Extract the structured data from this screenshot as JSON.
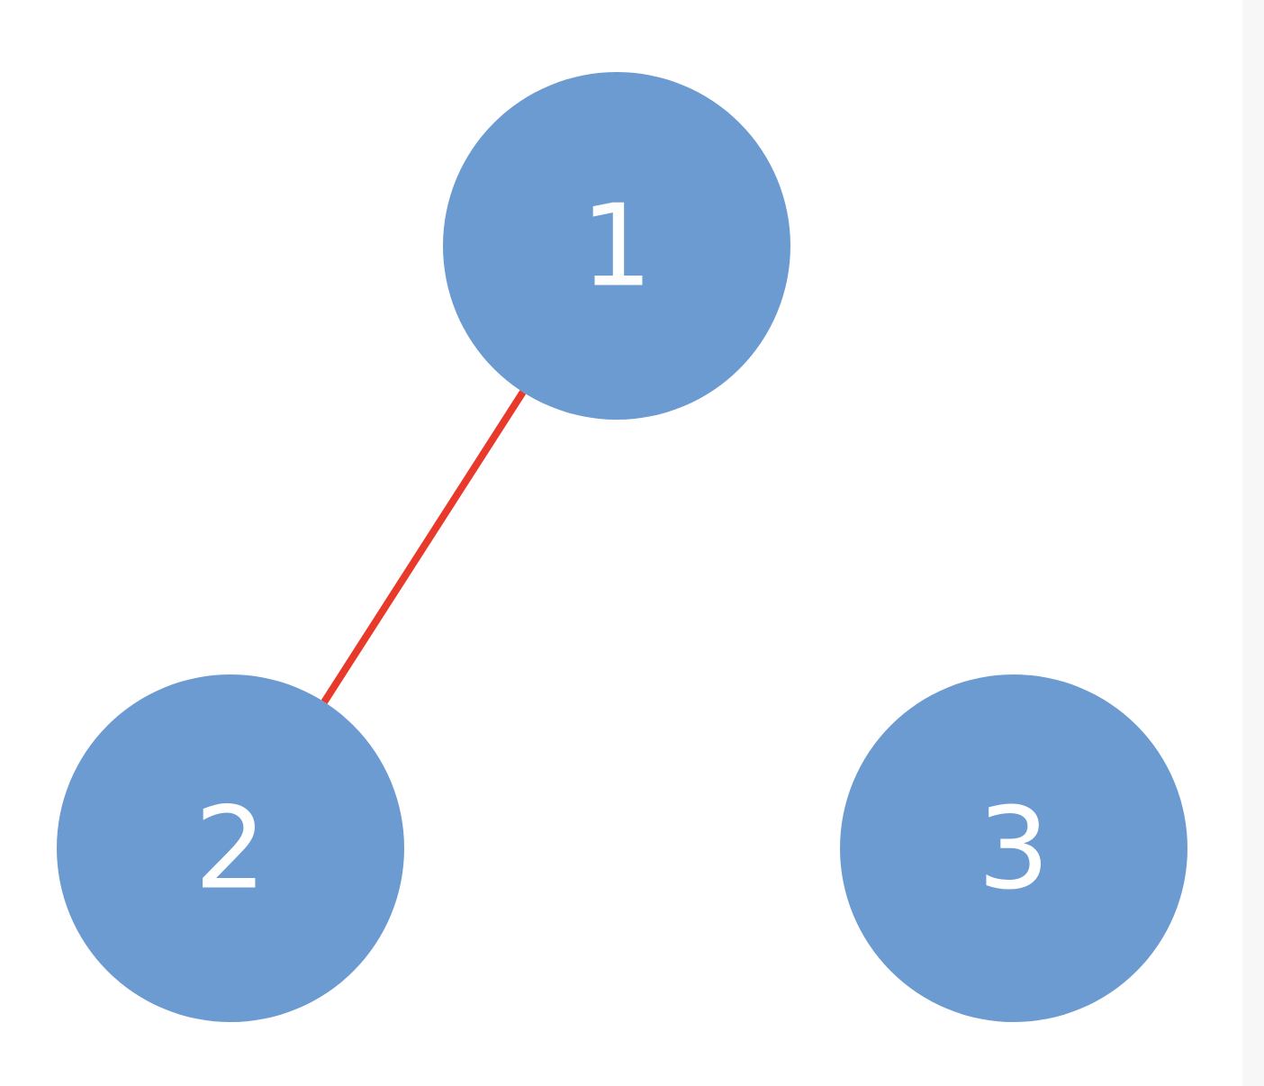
{
  "colors": {
    "node_fill": "#6b9bd1",
    "node_text": "#ffffff",
    "edge": "#e8392a",
    "background": "#ffffff"
  },
  "nodes": [
    {
      "id": "1",
      "label": "1"
    },
    {
      "id": "2",
      "label": "2"
    },
    {
      "id": "3",
      "label": "3"
    }
  ],
  "edges": [
    {
      "from": "1",
      "to": "2"
    }
  ]
}
